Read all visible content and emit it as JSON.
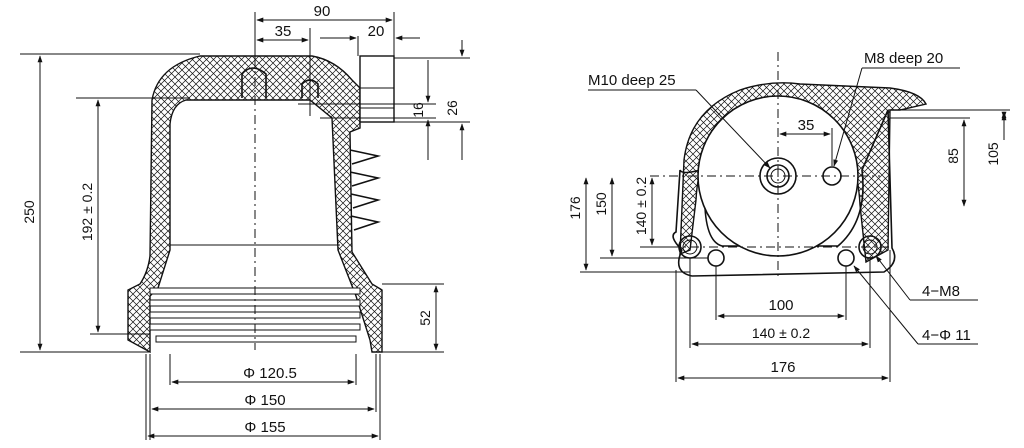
{
  "side_view": {
    "dims": {
      "d90": "90",
      "d35": "35",
      "d20": "20",
      "d16": "16",
      "d26": "26",
      "d250": "250",
      "d192": "192 ± 0.2",
      "d52": "52",
      "phi120": "Φ 120.5",
      "phi150": "Φ 150",
      "phi155": "Φ 155"
    }
  },
  "top_view": {
    "labels": {
      "m10": "M10 deep 25",
      "m8deep": "M8 deep 20",
      "m8x4": "4−M8",
      "phi11": "4−Φ 11"
    },
    "dims": {
      "d35": "35",
      "d85": "85",
      "d105": "105",
      "d176v": "176",
      "d150": "150",
      "d140v": "140 ± 0.2",
      "d100": "100",
      "d140h": "140 ± 0.2",
      "d176h": "176"
    }
  },
  "colors": {
    "line": "#111111",
    "background": "#ffffff"
  }
}
